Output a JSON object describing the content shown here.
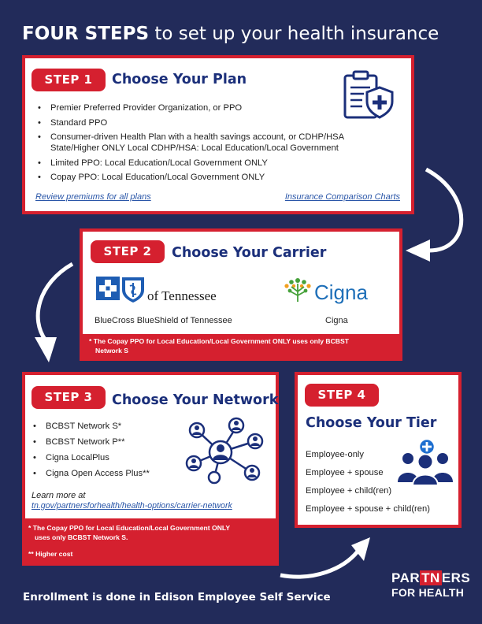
{
  "header": {
    "title_bold": "FOUR STEPS",
    "title_rest": "to set up your health insurance"
  },
  "step1": {
    "badge": "STEP 1",
    "title": "Choose Your Plan",
    "icon": "clipboard-shield-icon",
    "items": [
      "Premier Preferred Provider Organization, or PPO",
      "Standard PPO",
      "Consumer-driven Health Plan with a health savings account, or CDHP/HSA State/Higher ONLY Local CDHP/HSA: Local Education/Local Government",
      "Limited PPO: Local Education/Local Government ONLY",
      "Copay PPO: Local Education/Local Government ONLY"
    ],
    "link_left": "Review premiums for all plans",
    "link_right": "Insurance Comparison Charts"
  },
  "step2": {
    "badge": "STEP 2",
    "title": "Choose Your Carrier",
    "bcbs_logo_text": "of Tennessee",
    "cigna_logo_text": "Cigna",
    "carrier1": "BlueCross BlueShield of Tennessee",
    "carrier2": "Cigna",
    "note_line1": "* The Copay PPO for Local Education/Local Government ONLY uses only BCBST",
    "note_line2": "Network S"
  },
  "step3": {
    "badge": "STEP 3",
    "title": "Choose Your Network",
    "icon": "network-people-icon",
    "items": [
      "BCBST Network S*",
      "BCBST Network P**",
      "Cigna LocalPlus",
      "Cigna Open Access Plus**"
    ],
    "learn_more": "Learn more at",
    "learn_link": "tn.gov/partnersforhealth/health-options/carrier-network",
    "note_line1": "* The Copay PPO for Local Education/Local Government ONLY",
    "note_line2": "uses only BCBST Network S.",
    "note_line3": "** Higher cost"
  },
  "step4": {
    "badge": "STEP 4",
    "title": "Choose Your Tier",
    "icon": "family-add-icon",
    "tiers": [
      "Employee-only",
      "Employee + spouse",
      "Employee + child(ren)",
      "Employee + spouse + child(ren)"
    ]
  },
  "footer": {
    "text": "Enrollment is done in Edison Employee Self Service",
    "logo_part1": "PAR",
    "logo_tn": "TN",
    "logo_part2": "ERS",
    "logo_line2": "FOR HEALTH"
  },
  "colors": {
    "background": "#222b5a",
    "accent_red": "#d5202f",
    "title_blue": "#1b2f7a",
    "link_blue": "#2a56a8"
  }
}
